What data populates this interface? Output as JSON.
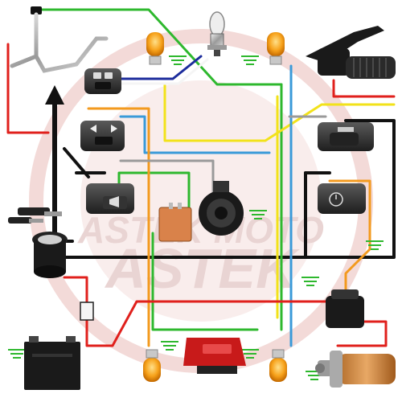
{
  "watermark": {
    "brand_line1": "ASTEK MOTO",
    "brand_line2": "ASTEK"
  },
  "wire_colors": {
    "black": "#111111",
    "red": "#e0201c",
    "green": "#2eb82e",
    "yellow": "#f2e21a",
    "blue": "#3a9ad9",
    "light_blue": "#6fc3ef",
    "orange": "#f39a1e",
    "white": "#f5f5f5",
    "brown": "#8a5a2b",
    "gray": "#9a9a9a",
    "dark_blue": "#1c2c9c"
  },
  "components": [
    {
      "id": "brake-lever-left",
      "icon": "brake-lever-icon"
    },
    {
      "id": "headlight-bulb",
      "icon": "bulb-icon"
    },
    {
      "id": "throttle-grip",
      "icon": "throttle-icon"
    },
    {
      "id": "light-switch",
      "icon": "switch-icon"
    },
    {
      "id": "turn-signal-switch",
      "icon": "switch-icon"
    },
    {
      "id": "kill-switch",
      "icon": "switch-icon"
    },
    {
      "id": "horn-button",
      "icon": "switch-icon"
    },
    {
      "id": "start-button",
      "icon": "switch-icon"
    },
    {
      "id": "flasher-relay",
      "icon": "relay-icon"
    },
    {
      "id": "horn",
      "icon": "horn-icon"
    },
    {
      "id": "ignition-switch",
      "icon": "key-switch-icon"
    },
    {
      "id": "fuse",
      "icon": "fuse-icon"
    },
    {
      "id": "battery",
      "icon": "battery-icon"
    },
    {
      "id": "tail-light",
      "icon": "tail-light-icon"
    },
    {
      "id": "starter-motor",
      "icon": "motor-icon"
    },
    {
      "id": "starter-relay",
      "icon": "relay-icon"
    },
    {
      "id": "turn-signal-front-left",
      "icon": "indicator-bulb-icon"
    },
    {
      "id": "turn-signal-front-right",
      "icon": "indicator-bulb-icon"
    },
    {
      "id": "turn-signal-rear-left",
      "icon": "indicator-bulb-icon"
    },
    {
      "id": "turn-signal-rear-right",
      "icon": "indicator-bulb-icon"
    }
  ]
}
